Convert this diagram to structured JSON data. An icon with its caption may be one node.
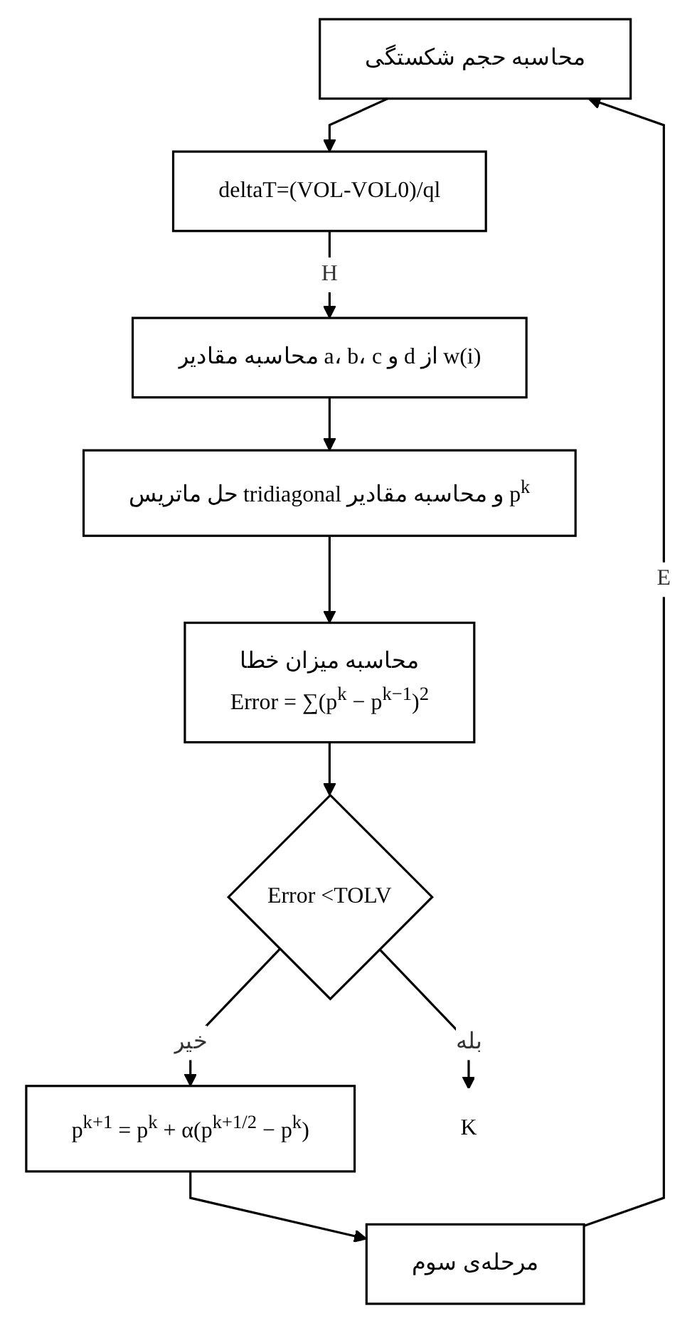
{
  "diagram": {
    "nodes": [
      {
        "text": [
          "محاسبه حجم شکستگی"
        ]
      },
      {
        "text": [
          "deltaT=(VOL-VOL0)/ql"
        ]
      },
      {
        "text": [
          "محاسبه مقادیر a، b، c و d از w(i)"
        ]
      },
      {
        "text": [
          "حل ماتریس tridiagonal و محاسبه مقادیر p$^{k}$"
        ]
      },
      {
        "text": [
          "محاسبه میزان خطا",
          "Error = ∑(p$^{k}$ − p$^{k−1}$)$^{2}$"
        ]
      },
      {
        "text": [
          "Error <TOLV"
        ]
      },
      {
        "text": [
          "p$^{k+1}$ = p$^{k}$ + α(p$^{k+1/2}$ − p$^{k}$)"
        ]
      },
      {
        "text": [
          "مرحله‌ی سوم"
        ]
      },
      {
        "text": [
          "K"
        ]
      }
    ],
    "edges": [
      {
        "from": 7,
        "to": 0,
        "arrow": "to",
        "label": "E"
      },
      {
        "from": 0,
        "to": 1,
        "arrow": "to"
      },
      {
        "from": 1,
        "to": 2,
        "arrow": "to",
        "label": "H"
      },
      {
        "from": 2,
        "to": 3,
        "arrow": "to"
      },
      {
        "from": 3,
        "to": 4,
        "arrow": "to"
      },
      {
        "from": 4,
        "to": 5,
        "arrow": "to"
      },
      {
        "from": 5,
        "to": 8,
        "arrow": "to",
        "label": "بله"
      },
      {
        "from": 5,
        "to": 6,
        "arrow": "to",
        "label": "خیر"
      },
      {
        "from": 6,
        "to": 7,
        "arrow": "to"
      }
    ]
  }
}
